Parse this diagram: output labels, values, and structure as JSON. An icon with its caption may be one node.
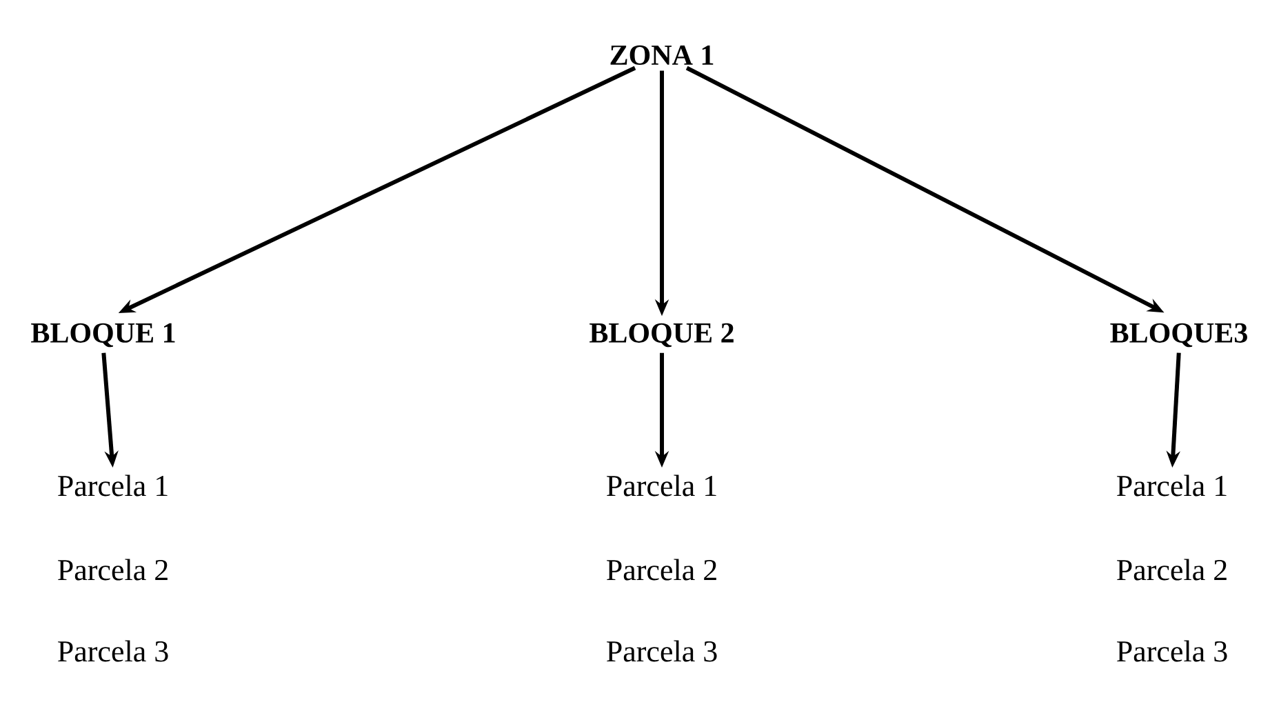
{
  "diagram": {
    "nodes": [
      {
        "text": [
          "ZONA 1"
        ]
      },
      {
        "text": [
          "BLOQUE 1"
        ]
      },
      {
        "text": [
          "BLOQUE 2"
        ]
      },
      {
        "text": [
          "BLOQUE3"
        ]
      },
      {
        "text": [
          "Parcela 1"
        ]
      },
      {
        "text": [
          "Parcela 1"
        ]
      },
      {
        "text": [
          "Parcela 1"
        ]
      }
    ],
    "edges": [
      {
        "from": 0,
        "to": 1,
        "arrow": "to"
      },
      {
        "from": 0,
        "to": 2,
        "arrow": "to"
      },
      {
        "from": 0,
        "to": 3,
        "arrow": "to"
      },
      {
        "from": 1,
        "to": 4,
        "arrow": "to"
      },
      {
        "from": 2,
        "to": 5,
        "arrow": "to"
      },
      {
        "from": 3,
        "to": 6,
        "arrow": "to"
      }
    ],
    "labels": [
      "Parcela 2",
      "Parcela 2",
      "Parcela 2",
      "Parcela 3",
      "Parcela 3",
      "Parcela 3"
    ]
  }
}
